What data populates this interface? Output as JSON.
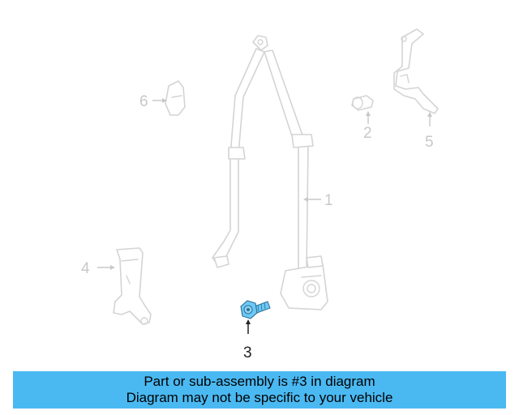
{
  "callouts": {
    "c1": "1",
    "c2": "2",
    "c3": "3",
    "c4": "4",
    "c5": "5",
    "c6": "6"
  },
  "highlighted_part": "3",
  "banner": {
    "line1": "Part or sub-assembly is #3 in diagram",
    "line2": "Diagram may not be specific to your vehicle"
  },
  "colors": {
    "banner_background": "#4ab9f2",
    "highlight_fill": "#6cc8f4",
    "ghost_parts": "#d4d4d4"
  }
}
